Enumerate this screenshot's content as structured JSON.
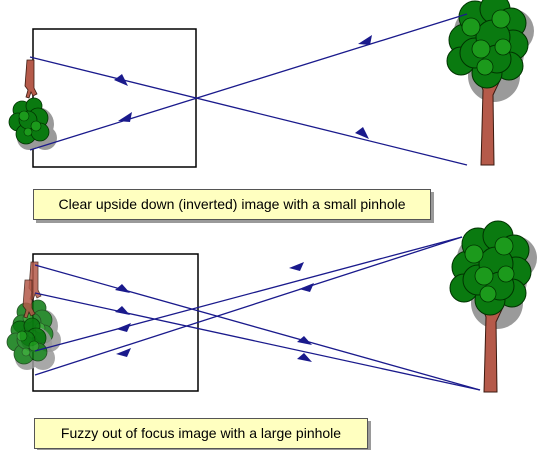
{
  "captions": {
    "top": "Clear upside down (inverted) image with a small pinhole",
    "bottom": "Fuzzy out of focus image with a large pinhole"
  },
  "colors": {
    "ray": "#1a1a8c",
    "box": "#000000",
    "trunk": "#b55a4a",
    "leaves_dark": "#0a7a10",
    "leaves_light": "#1c9a1c",
    "shadow": "#999999",
    "caption_bg": "#ffffc0"
  },
  "icons": [
    "pinhole-camera-box",
    "tree-icon",
    "inverted-tree-icon",
    "arrow-icon"
  ]
}
